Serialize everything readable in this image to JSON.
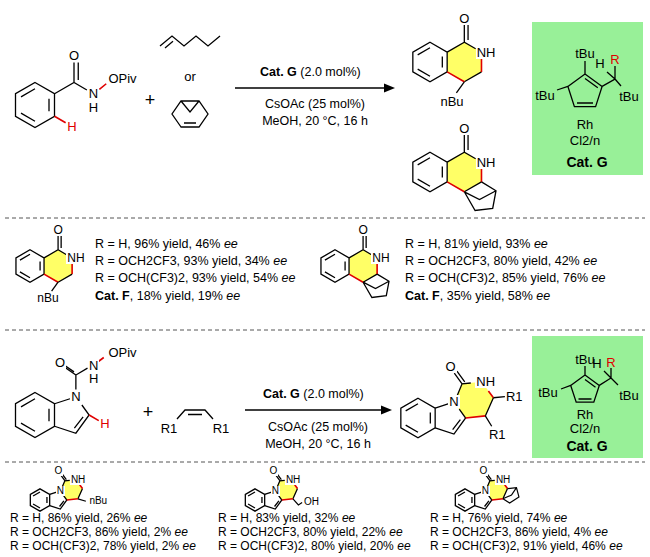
{
  "diagram": {
    "nodes": [
      {
        "text": [
          "tBu",
          "tBu",
          "R",
          "H",
          "tBu",
          "Rh",
          "Cl2/n",
          "Cat. G"
        ]
      },
      {
        "text": [
          "tBu",
          "tBu",
          "R",
          "H",
          "tBu",
          "Rh",
          "Cl2/n",
          "Cat. G"
        ]
      }
    ],
    "labels": [
      "O",
      "N",
      "H",
      "OPiv",
      "H",
      "+",
      "or",
      "Cat. G",
      "(2.0 mol%)",
      "CsOAc (25 mol%)",
      "MeOH, 20 °C, 16 h",
      "O",
      "NH",
      "nBu",
      "O",
      "NH",
      "O",
      "NH",
      "nBu",
      "R = H, 96% yield, 46%",
      "ee",
      "R = OCH2CF3, 93% yield, 34%",
      "ee",
      "R = OCH(CF3)2, 93% yield, 54%",
      "ee",
      "Cat. F",
      ", 18% yield, 19%",
      "ee",
      "O",
      "NH",
      "R = H, 81% yield, 93%",
      "ee",
      "R = OCH2CF3, 80% yield, 42%",
      "ee",
      "R = OCH(CF3)2, 85% yield, 76%",
      "ee",
      "Cat. F",
      ", 35% yield, 58%",
      "ee",
      "O",
      "N",
      "N",
      "H",
      "OPiv",
      "H",
      "+",
      "R1",
      "R1",
      "Cat. G",
      "(2.0 mol%)",
      "CsOAc (25 mol%)",
      "MeOH, 20 °C, 16 h",
      "O",
      "N",
      "NH",
      "R1",
      "R1",
      "O",
      "N",
      "NH",
      "nBu",
      "R = H, 86% yield, 26%",
      "ee",
      "R = OCH2CF3, 86% yield, 2%",
      "ee",
      "R = OCH(CF3)2, 78% yield, 2%",
      "ee",
      "O",
      "N",
      "NH",
      "OH",
      "R = H, 83% yield, 32%",
      "ee",
      "R = OCH2CF3, 80% yield, 22%",
      "ee",
      "R = OCH(CF3)2, 80% yield, 20%",
      "ee",
      "O",
      "N",
      "NH",
      "R = H, 76% yield, 74%",
      "ee",
      "R = OCH2CF3, 86% yield, 4%",
      "ee",
      "R = OCH(CF3)2, 91% yield, 46%",
      "ee"
    ]
  }
}
